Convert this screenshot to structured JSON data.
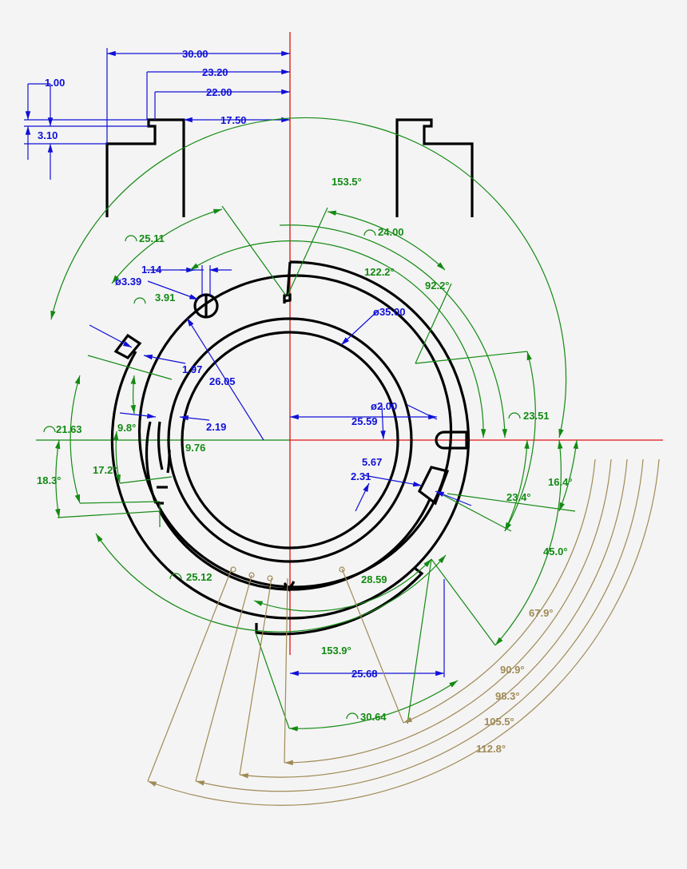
{
  "colors": {
    "background": "#f4f4f4",
    "geometry": "#000000",
    "centerlines": "#e01010",
    "linear_dimensions": "#1010d8",
    "angular_dimensions": "#138a13",
    "reference_angles": "#a08a55"
  },
  "dimensions": {
    "linear": {
      "d30": "30.00",
      "d23_2": "23.20",
      "d22": "22.00",
      "d17_5": "17.50",
      "d1": "1.00",
      "d3_1": "3.10",
      "d1_14": "1.14",
      "dia3_39": "ø3.39",
      "dia35": "ø35.00",
      "d1_97": "1.97",
      "d26_05": "26.05",
      "d2_19": "2.19",
      "d25_59": "25.59",
      "dia2": "ø2.00",
      "d5_67": "5.67",
      "d2_31": "2.31",
      "d25_68": "25.68"
    },
    "arcs": {
      "a25_11": "25.11",
      "a3_91": "3.91",
      "a24": "24.00",
      "a21_63": "21.63",
      "a23_51": "23.51",
      "a25_12": "25.12",
      "a28_59": "28.59",
      "a9_76": "9.76",
      "a30_64": "30.64"
    },
    "angles": {
      "g153_5": "153.5°",
      "g122_2": "122.2°",
      "g92_2": "92.2°",
      "g9_8": "9.8°",
      "g17_2": "17.2°",
      "g18_3": "18.3°",
      "g16_4": "16.4°",
      "g23_4": "23.4°",
      "g45": "45.0°",
      "g153_9": "153.9°"
    },
    "reference": {
      "r67_9": "67.9°",
      "r90_9": "90.9°",
      "r98_3": "98.3°",
      "r105_5": "105.5°",
      "r112_8": "112.8°"
    }
  }
}
